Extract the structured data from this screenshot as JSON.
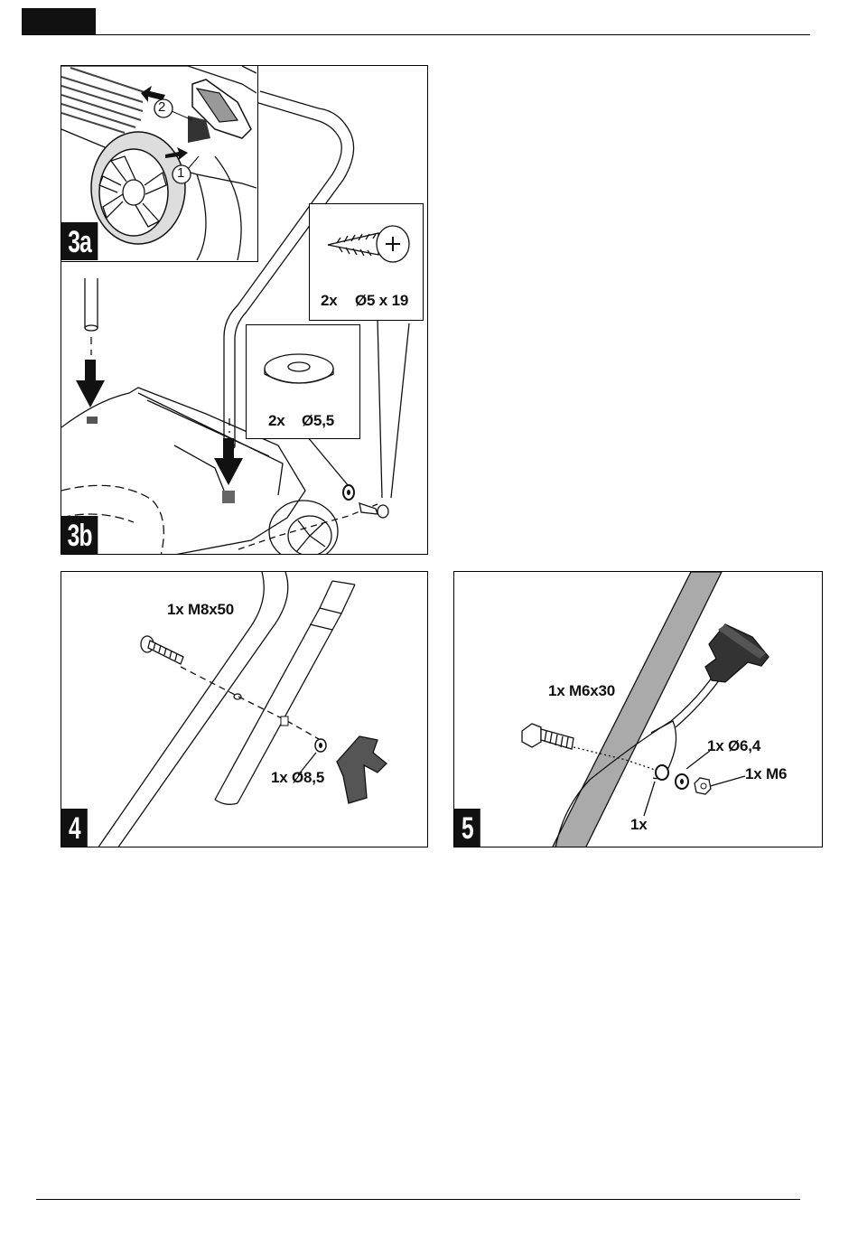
{
  "figures": {
    "fig3a": {
      "tag": "3a"
    },
    "fig3b": {
      "tag": "3b",
      "screw_inset": {
        "qty": "2x",
        "size": "Ø5 x 19"
      },
      "washer_inset": {
        "qty": "2x",
        "size": "Ø5,5"
      }
    },
    "fig4": {
      "tag": "4",
      "bolt_label": "1x M8x50",
      "washer_label": "1x Ø8,5"
    },
    "fig5": {
      "tag": "5",
      "bolt_label": "1x M6x30",
      "washer_label": "1x Ø6,4",
      "nut_label": "1x M6",
      "clip_label": "1x"
    }
  },
  "callouts": [
    "1",
    "2"
  ]
}
